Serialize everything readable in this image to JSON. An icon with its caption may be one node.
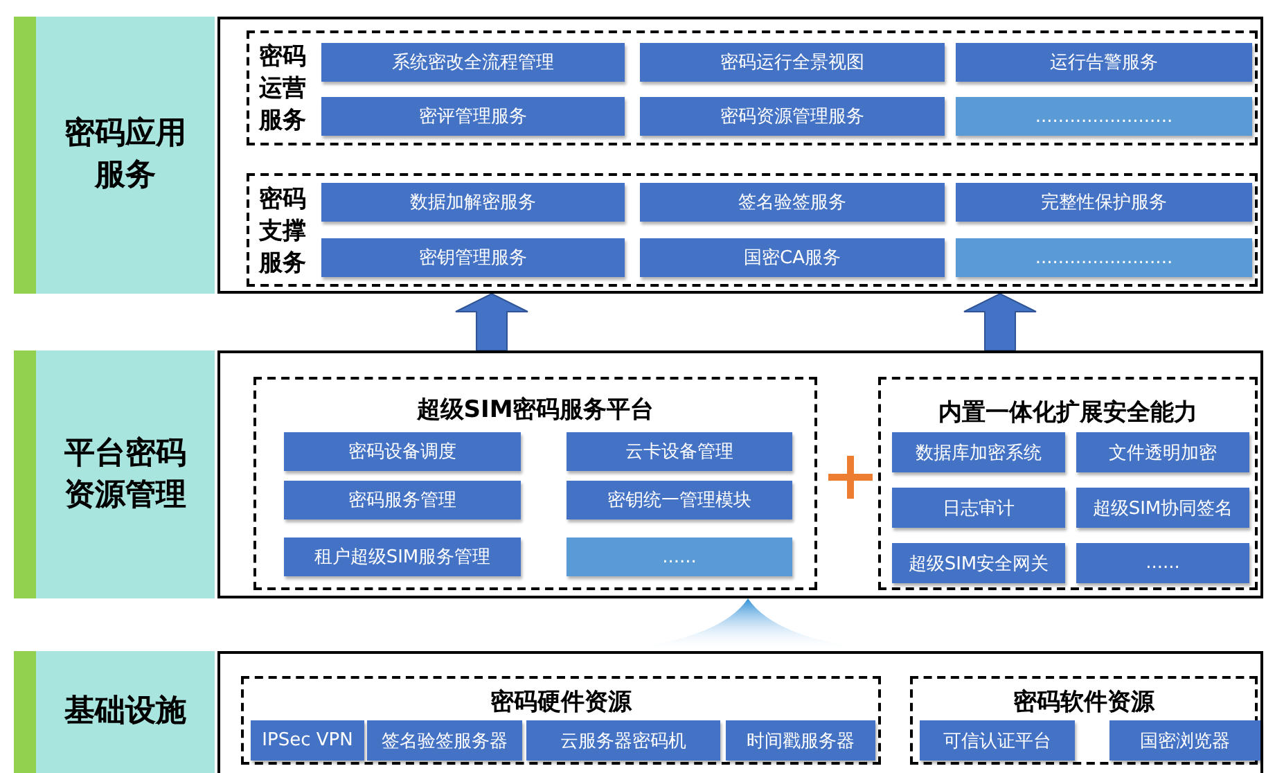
{
  "diagram": {
    "nodes": [
      {
        "text": [
          "密码应用服务"
        ]
      },
      {
        "text": [],
        "shape": "box"
      },
      {
        "text": [
          "密码运营服务"
        ],
        "in": 1
      },
      {
        "text": [
          "系统密改全流程管理"
        ],
        "in": 2
      },
      {
        "text": [
          "密码运行全景视图"
        ],
        "in": 2
      },
      {
        "text": [
          "运行告警服务"
        ],
        "in": 2
      },
      {
        "text": [
          "密评管理服务"
        ],
        "in": 2
      },
      {
        "text": [
          "密码资源管理服务"
        ],
        "in": 2
      },
      {
        "text": [
          "........................"
        ],
        "in": 2
      },
      {
        "text": [
          "密码支撑服务"
        ],
        "in": 1
      },
      {
        "text": [
          "数据加解密服务"
        ],
        "in": 9
      },
      {
        "text": [
          "签名验签服务"
        ],
        "in": 9
      },
      {
        "text": [
          "完整性保护服务"
        ],
        "in": 9
      },
      {
        "text": [
          "密钥管理服务"
        ],
        "in": 9
      },
      {
        "text": [
          "国密CA服务"
        ],
        "in": 9
      },
      {
        "text": [
          "........................"
        ],
        "in": 9
      },
      {
        "text": [
          "平台密码资源管理"
        ]
      },
      {
        "text": [],
        "shape": "box"
      },
      {
        "text": [
          "超级SIM密码服务平台"
        ],
        "in": 17
      },
      {
        "text": [
          "密码设备调度"
        ],
        "in": 18
      },
      {
        "text": [
          "云卡设备管理"
        ],
        "in": 18
      },
      {
        "text": [
          "密码服务管理"
        ],
        "in": 18
      },
      {
        "text": [
          "密钥统一管理模块"
        ],
        "in": 18
      },
      {
        "text": [
          "租户超级SIM服务管理"
        ],
        "in": 18
      },
      {
        "text": [
          "......"
        ],
        "in": 18
      },
      {
        "text": [
          "内置一体化扩展安全能力"
        ],
        "in": 17
      },
      {
        "text": [
          "数据库加密系统"
        ],
        "in": 25
      },
      {
        "text": [
          "文件透明加密"
        ],
        "in": 25
      },
      {
        "text": [
          "日志审计"
        ],
        "in": 25
      },
      {
        "text": [
          "超级SIM协同签名"
        ],
        "in": 25
      },
      {
        "text": [
          "超级SIM安全网关"
        ],
        "in": 25
      },
      {
        "text": [
          "......"
        ],
        "in": 25
      },
      {
        "text": [
          "基础设施"
        ]
      },
      {
        "text": [],
        "shape": "box"
      },
      {
        "text": [
          "密码硬件资源"
        ],
        "in": 33
      },
      {
        "text": [
          "IPSec VPN"
        ],
        "in": 34
      },
      {
        "text": [
          "签名验签服务器"
        ],
        "in": 34
      },
      {
        "text": [
          "云服务器密码机"
        ],
        "in": 34
      },
      {
        "text": [
          "时间戳服务器"
        ],
        "in": 34
      },
      {
        "text": [
          "密码软件资源"
        ],
        "in": 33
      },
      {
        "text": [
          "可信认证平台"
        ],
        "in": 39
      },
      {
        "text": [
          "国密浏览器"
        ],
        "in": 39
      }
    ],
    "edges": [
      {
        "from": 17,
        "to": 1,
        "arrow": "to"
      },
      {
        "from": 17,
        "to": 1,
        "arrow": "to"
      },
      {
        "from": 33,
        "to": 17,
        "arrow": "to"
      }
    ]
  }
}
